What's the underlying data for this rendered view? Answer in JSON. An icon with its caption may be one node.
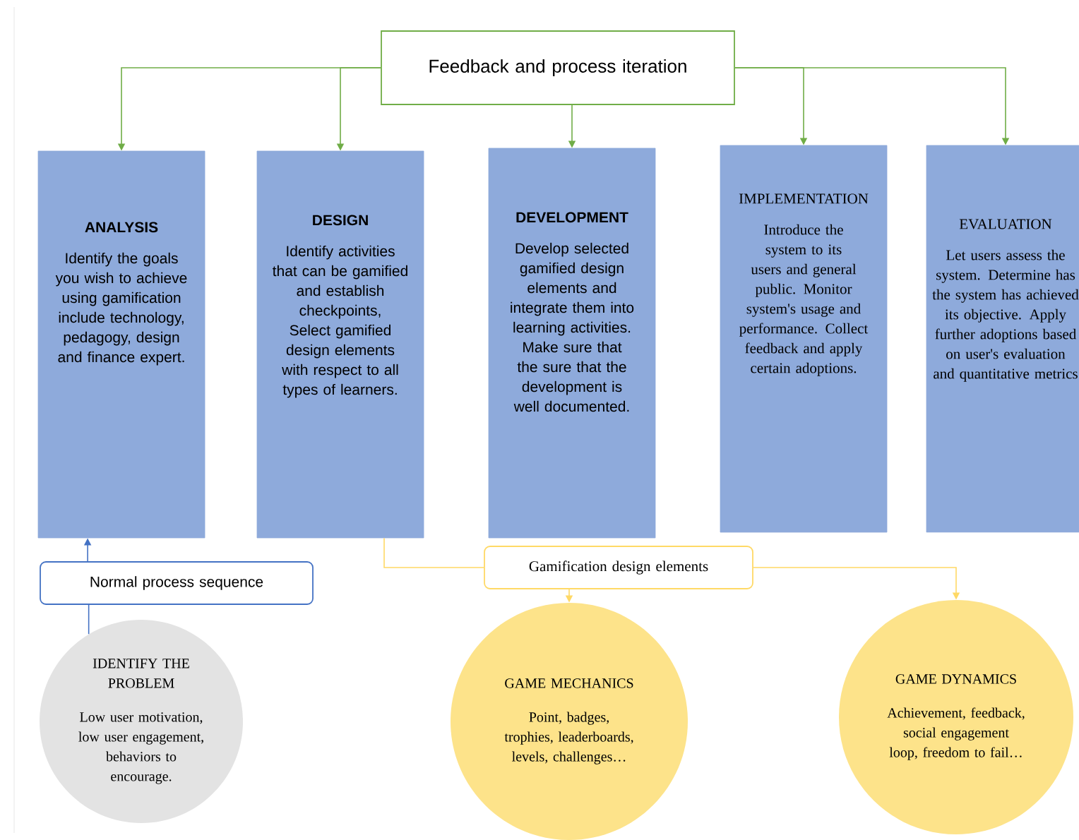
{
  "diagram": {
    "nodes": [
      {
        "text": [
          "Feedback and process iteration"
        ]
      },
      {
        "text": [
          "ANALYSIS",
          "Identify the goals you wish to achieve using gamification include technology, pedagogy, design and finance expert."
        ]
      },
      {
        "text": [
          "DESIGN",
          "Identify activities that can be gamified and establish checkpoints, Select gamified design elements with respect to all types of learners."
        ]
      },
      {
        "text": [
          "DEVELOPMENT",
          "Develop selected gamified design elements and integrate them into learning activities. Make sure that the sure that the development is well documented."
        ]
      },
      {
        "text": [
          "IMPLEMENTATION",
          "Introduce the system to its users and general public. Monitor system's usage and performance. Collect feedback and apply certain adoptions."
        ]
      },
      {
        "text": [
          "EVALUATION",
          "Let users assess the system. Determine has the system has achieved its objective. Apply further adoptions based on user's evaluation and quantitative metrics"
        ]
      },
      {
        "text": [
          "Normal process sequence"
        ]
      },
      {
        "text": [
          "Gamification design elements"
        ]
      },
      {
        "text": [
          "IDENTIFY THE PROBLEM",
          "Low user motivation, low user engagement, behaviors to encourage."
        ]
      },
      {
        "text": [
          "GAME MECHANICS",
          "Point, badges, trophies, leaderboards, levels, challenges…"
        ]
      },
      {
        "text": [
          "GAME DYNAMICS",
          "Achievement, feedback, social engagement loop, freedom to fail…"
        ]
      }
    ],
    "edges": [
      {
        "from": 0,
        "to": 1,
        "arrow": "to"
      },
      {
        "from": 0,
        "to": 2,
        "arrow": "to"
      },
      {
        "from": 0,
        "to": 3,
        "arrow": "to"
      },
      {
        "from": 0,
        "to": 4,
        "arrow": "to"
      },
      {
        "from": 0,
        "to": 5,
        "arrow": "to"
      },
      {
        "from": 8,
        "to": 6,
        "arrow": "none",
        "color": "#4472c4"
      },
      {
        "from": 6,
        "to": 1,
        "arrow": "to",
        "color": "#4472c4"
      },
      {
        "from": 2,
        "to": 7,
        "arrow": "none",
        "color": "#ffd966"
      },
      {
        "from": 7,
        "to": 9,
        "arrow": "to",
        "color": "#ffd966"
      },
      {
        "from": 7,
        "to": 10,
        "arrow": "to",
        "color": "#ffd966"
      }
    ]
  }
}
